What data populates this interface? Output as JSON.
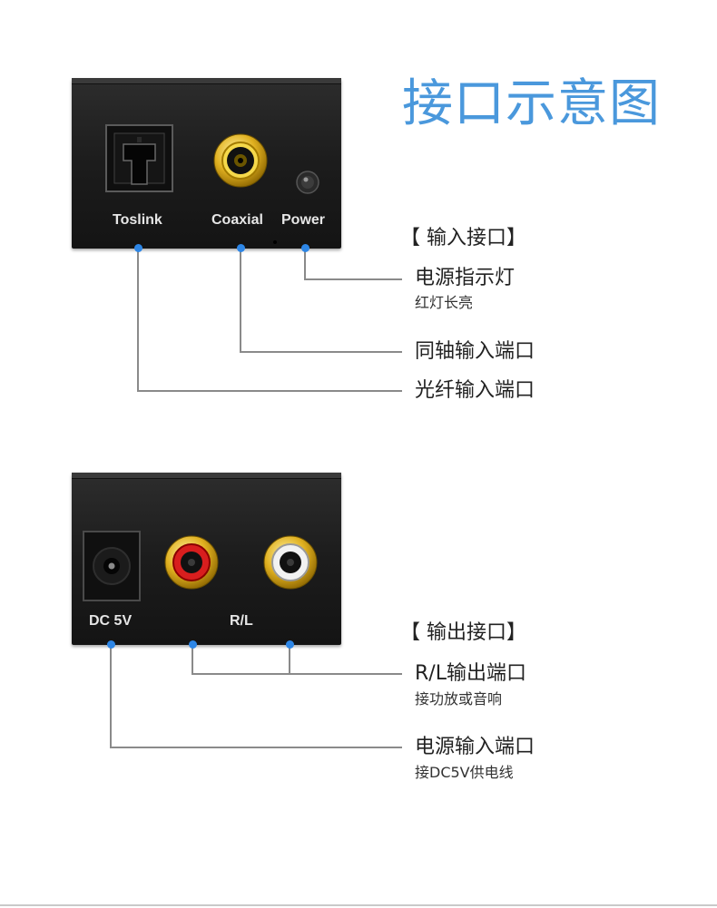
{
  "title": "接口示意图",
  "input_panel": {
    "labels": {
      "toslink": "Toslink",
      "coaxial": "Coaxial",
      "power": "Power"
    }
  },
  "input_callouts": {
    "heading": "【 输入接口】",
    "power_led": {
      "title": "电源指示灯",
      "note": "红灯长亮"
    },
    "coaxial": {
      "title": "同轴输入端口"
    },
    "optical": {
      "title": "光纤输入端口"
    }
  },
  "output_panel": {
    "labels": {
      "dc": "DC 5V",
      "rl": "R/L"
    }
  },
  "output_callouts": {
    "heading": "【 输出接口】",
    "rl": {
      "title": "R/L输出端口",
      "note": "接功放或音响"
    },
    "power_in": {
      "title": "电源输入端口",
      "note": "接DC5V供电线"
    }
  },
  "colors": {
    "accent": "#4a98dc",
    "dot": "#2d86e6",
    "rca_red": "#d81e1e",
    "gold": "#e0b020"
  }
}
